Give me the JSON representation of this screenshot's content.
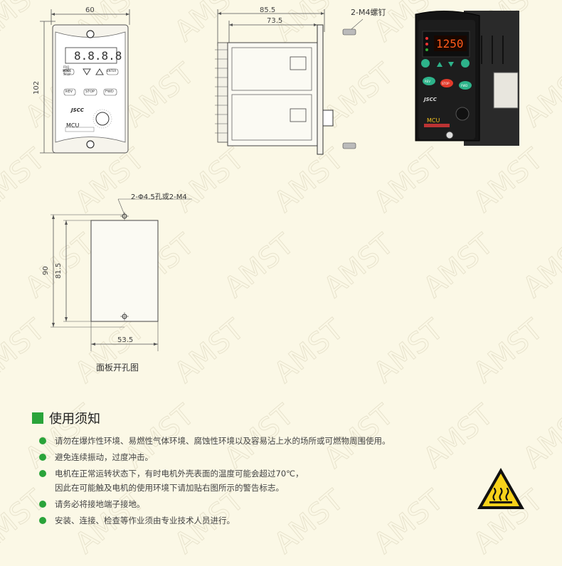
{
  "front_view": {
    "width_label": "60",
    "height_label": "102",
    "panel_buttons": [
      "MODE",
      "ENTER",
      "REV",
      "STOP",
      "FWD"
    ],
    "status_leds": [
      "FRQ",
      "RPM",
      "STOP"
    ],
    "brand": "JSCC",
    "mcu_label": "MCU"
  },
  "side_view": {
    "overall_width_label": "85.5",
    "body_width_label": "73.5",
    "screw_label": "2-M4螺钉"
  },
  "cutout": {
    "hole_label": "2-Φ4.5孔或2-M4",
    "height_outer_label": "90",
    "height_inner_label": "81.5",
    "width_label": "53.5",
    "caption": "面板开孔图"
  },
  "photo": {
    "display_value": "1250",
    "buttons": [
      "REV",
      "STOP",
      "FWD"
    ],
    "brand": "JSCC",
    "mcu_label": "MCU"
  },
  "notes": {
    "title": "使用须知",
    "items": [
      {
        "lines": [
          "请勿在爆炸性环境、易燃性气体环境、腐蚀性环境以及容易沾上水的场所或可燃物周围使用。"
        ]
      },
      {
        "lines": [
          "避免连续振动，过度冲击。"
        ]
      },
      {
        "lines": [
          "电机在正常运转状态下，有时电机外壳表面的温度可能会超过70℃，",
          "因此在可能触及电机的使用环境下请加贴右图所示的警告标志。"
        ]
      },
      {
        "lines": [
          "请务必将接地端子接地。"
        ]
      },
      {
        "lines": [
          "安装、连接、检查等作业须由专业技术人员进行。"
        ]
      }
    ]
  },
  "watermark": "AMST",
  "colors": {
    "accent": "#2aa43a",
    "background": "#fbf8e6",
    "display": "#ff5a1a",
    "warning": "#f7d21a"
  }
}
